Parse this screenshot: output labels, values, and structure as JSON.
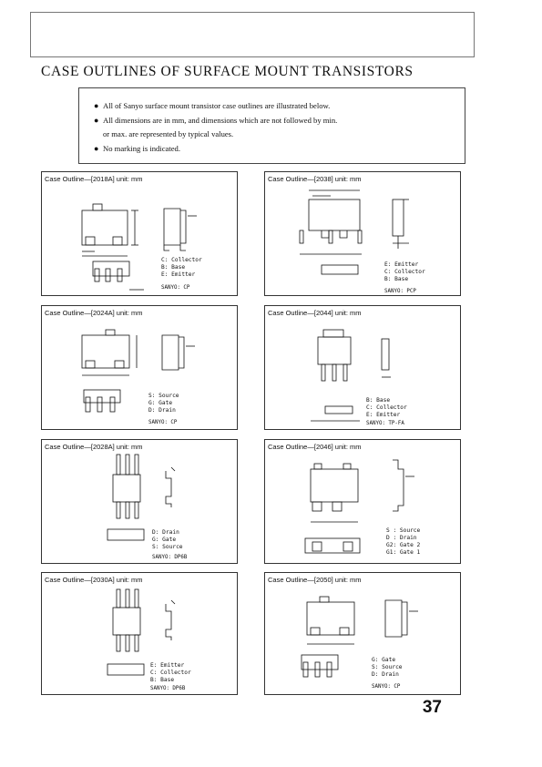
{
  "title": "CASE OUTLINES OF SURFACE MOUNT TRANSISTORS",
  "notes": [
    "All of Sanyo surface mount transistor case outlines are illustrated below.",
    "All dimensions are in mm, and dimensions which are not followed by min.",
    "or max. are represented by typical values.",
    "No marking is indicated."
  ],
  "panels": [
    {
      "title": "Case Outline—[2018A]  unit: mm",
      "legend": [
        "C: Collector",
        "B: Base",
        "E: Emitter"
      ],
      "sanyo": "SANYO: CP"
    },
    {
      "title": "Case Outline—[2038]  unit: mm",
      "legend": [
        "E: Emitter",
        "C: Collector",
        "B: Base"
      ],
      "sanyo": "SANYO: PCP"
    },
    {
      "title": "Case Outline—[2024A]  unit: mm",
      "legend": [
        "S: Source",
        "G: Gate",
        "D: Drain"
      ],
      "sanyo": "SANYO: CP"
    },
    {
      "title": "Case Outline—[2044]  unit: mm",
      "legend": [
        "B: Base",
        "C: Collector",
        "E: Emitter"
      ],
      "sanyo": "SANYO: TP-FA"
    },
    {
      "title": "Case Outline—[2028A]  unit: mm",
      "legend": [
        "D: Drain",
        "G: Gate",
        "S: Source"
      ],
      "sanyo": "SANYO: DP6B"
    },
    {
      "title": "Case Outline—[2046]  unit: mm",
      "legend": [
        "S : Source",
        "D : Drain",
        "G2: Gate 2",
        "G1: Gate 1"
      ],
      "sanyo": ""
    },
    {
      "title": "Case Outline—[2030A]  unit: mm",
      "legend": [
        "E: Emitter",
        "C: Collector",
        "B: Base"
      ],
      "sanyo": "SANYO: DP6B"
    },
    {
      "title": "Case Outline—[2050]  unit: mm",
      "legend": [
        "G: Gate",
        "S: Source",
        "D: Drain"
      ],
      "sanyo": "SANYO: CP"
    }
  ],
  "page_number": "37"
}
